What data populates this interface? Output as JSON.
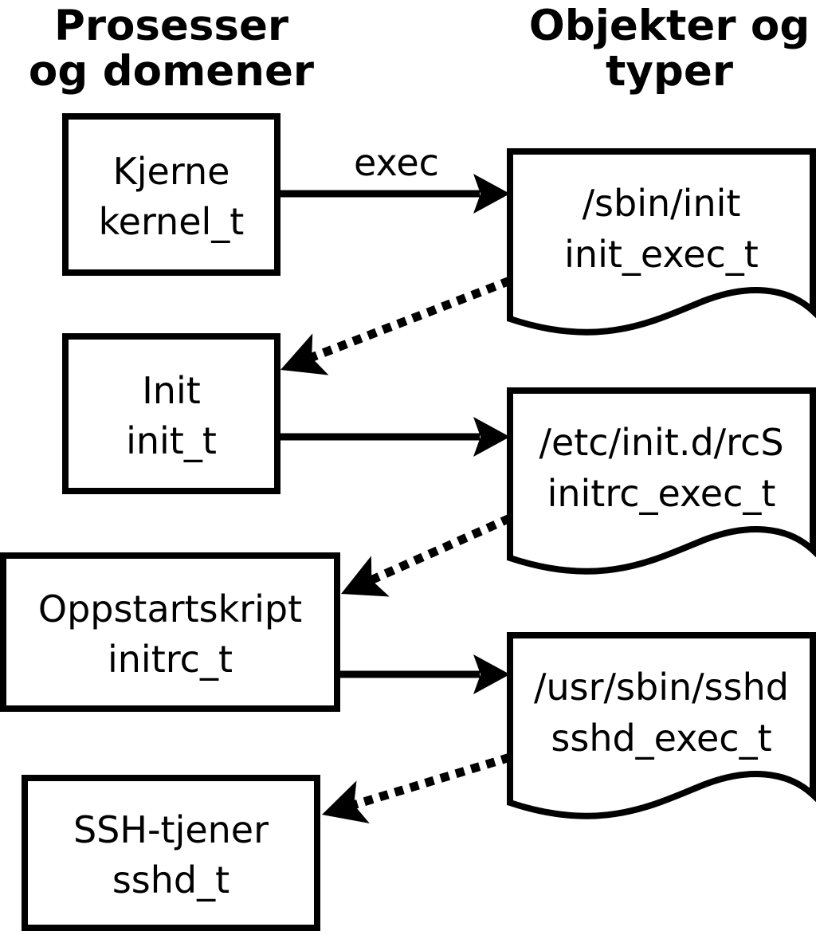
{
  "columns": {
    "left": {
      "line1": "Prosesser",
      "line2": "og domener"
    },
    "right": {
      "line1": "Objekter og",
      "line2": "typer"
    }
  },
  "processes": [
    {
      "name": "Kjerne",
      "type": "kernel_t"
    },
    {
      "name": "Init",
      "type": "init_t"
    },
    {
      "name": "Oppstartskript",
      "type": "initrc_t"
    },
    {
      "name": "SSH-tjener",
      "type": "sshd_t"
    }
  ],
  "objects": [
    {
      "path": "/sbin/init",
      "type": "init_exec_t"
    },
    {
      "path": "/etc/init.d/rcS",
      "type": "initrc_exec_t"
    },
    {
      "path": "/usr/sbin/sshd",
      "type": "sshd_exec_t"
    }
  ],
  "edges": [
    {
      "from": "kernel_t",
      "to": "init_exec_t",
      "style": "solid",
      "label": "exec"
    },
    {
      "from": "init_exec_t",
      "to": "init_t",
      "style": "dotted",
      "label": ""
    },
    {
      "from": "init_t",
      "to": "initrc_exec_t",
      "style": "solid",
      "label": ""
    },
    {
      "from": "initrc_exec_t",
      "to": "initrc_t",
      "style": "dotted",
      "label": ""
    },
    {
      "from": "initrc_t",
      "to": "sshd_exec_t",
      "style": "solid",
      "label": ""
    },
    {
      "from": "sshd_exec_t",
      "to": "sshd_t",
      "style": "dotted",
      "label": ""
    }
  ],
  "colors": {
    "ink": "#000000",
    "background": "#ffffff"
  }
}
